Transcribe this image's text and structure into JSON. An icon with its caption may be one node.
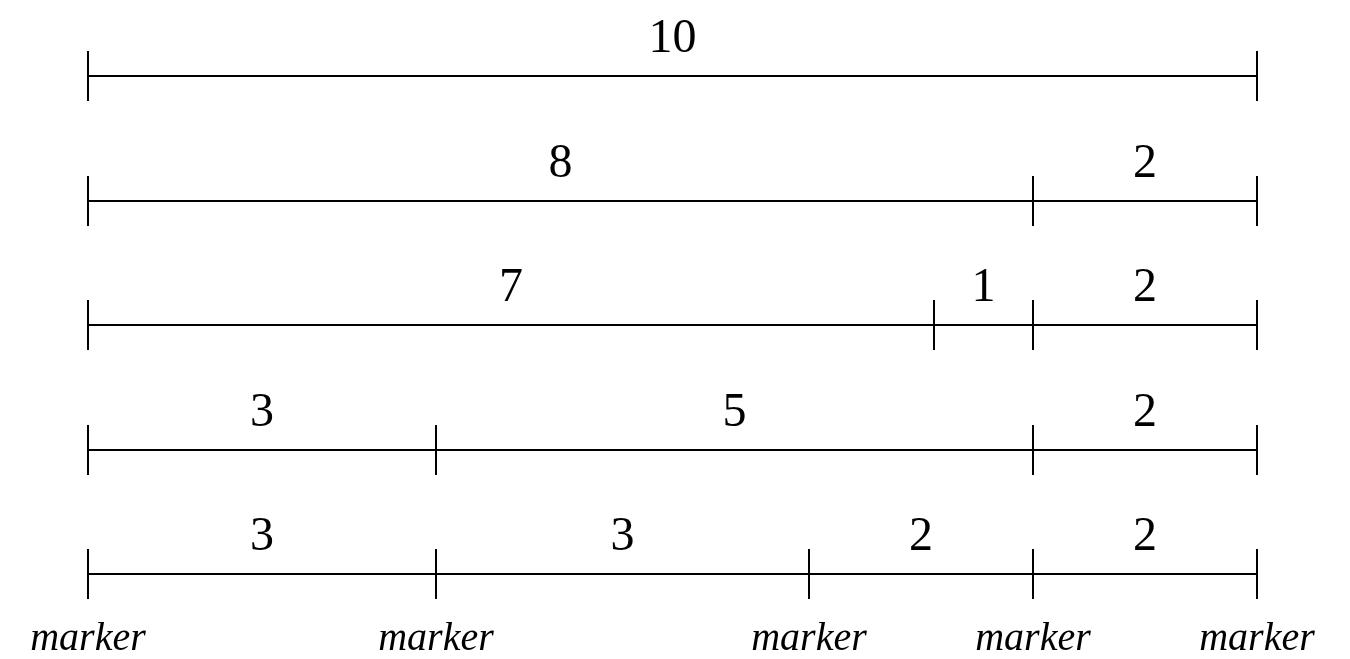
{
  "diagram": {
    "labels": [
      "10",
      "8",
      "2",
      "7",
      "1",
      "2",
      "3",
      "5",
      "2",
      "3",
      "3",
      "2",
      "2",
      "marker",
      "marker",
      "marker",
      "marker",
      "marker"
    ]
  }
}
